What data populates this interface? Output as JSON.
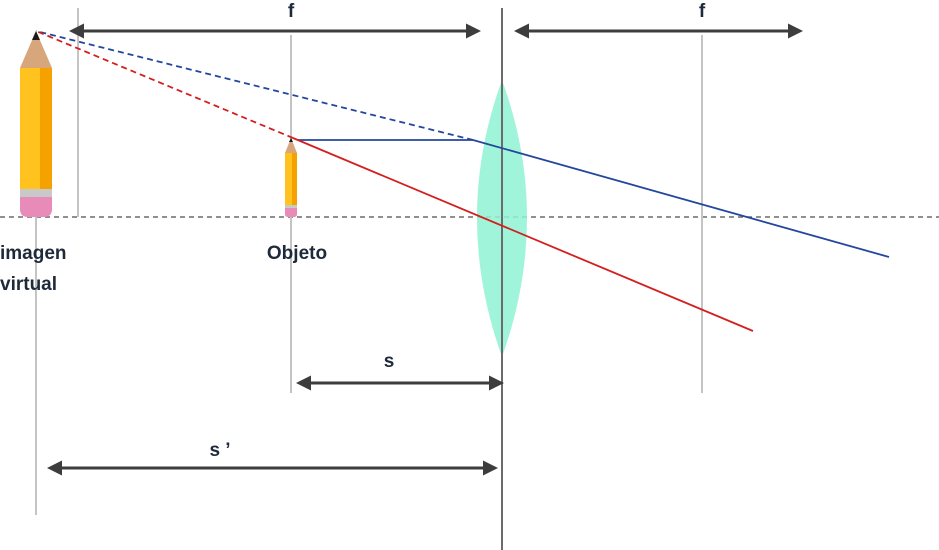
{
  "labels": {
    "f_left": "f",
    "f_right": "f",
    "virtual_image_line1": "imagen",
    "virtual_image_line2": "virtual",
    "object": "Objeto",
    "s": "s",
    "s_prime": "s ’"
  },
  "colors": {
    "axis": "#6b6b6b",
    "guide": "#c4c4c4",
    "arrow": "#3d3d3d",
    "ray_parallel": "#23479e",
    "ray_central": "#d41f1f",
    "lens": "#8ff2d4",
    "pencil_body": "#ffc21f",
    "pencil_body_shade": "#f5a100",
    "pencil_wood": "#d7a77b",
    "pencil_tip": "#1a1a1a",
    "pencil_band": "#c9c9c9",
    "pencil_eraser": "#e98bb9",
    "label_text": "#1e2a3a"
  },
  "icons": {
    "virtual_image": "pencil-icon",
    "object": "pencil-icon"
  }
}
